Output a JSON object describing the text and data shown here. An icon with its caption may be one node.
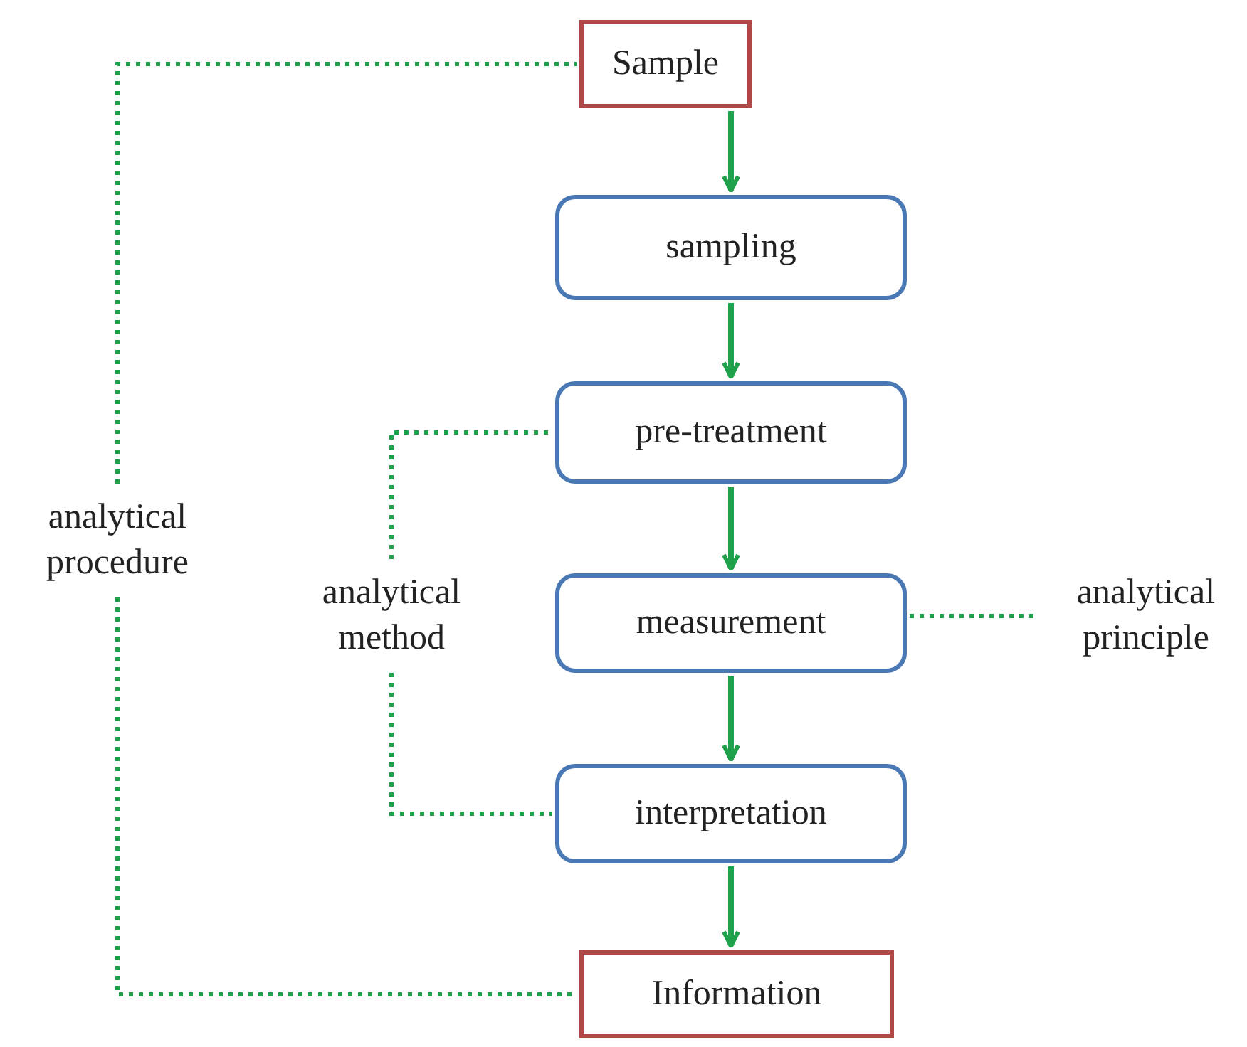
{
  "diagram": {
    "nodes": [
      {
        "text": [
          "Sample"
        ]
      },
      {
        "text": [
          "sampling"
        ]
      },
      {
        "text": [
          "pre-treatment"
        ]
      },
      {
        "text": [
          "measurement"
        ]
      },
      {
        "text": [
          "interpretation"
        ]
      },
      {
        "text": [
          "Information"
        ]
      },
      {
        "text": [
          "analytical procedure"
        ]
      },
      {
        "text": [
          "analytical method"
        ]
      },
      {
        "text": [
          "analytical principle"
        ]
      }
    ],
    "edges": [
      {
        "from": 0,
        "to": 1,
        "arrow": "to"
      },
      {
        "from": 1,
        "to": 2,
        "arrow": "to"
      },
      {
        "from": 2,
        "to": 3,
        "arrow": "to"
      },
      {
        "from": 3,
        "to": 4,
        "arrow": "to"
      },
      {
        "from": 4,
        "to": 5,
        "arrow": "to"
      },
      {
        "from": 6,
        "to": 0,
        "arrow": "none",
        "style": "dashed"
      },
      {
        "from": 6,
        "to": 5,
        "arrow": "none",
        "style": "dashed"
      },
      {
        "from": 7,
        "to": 2,
        "arrow": "none",
        "style": "dashed"
      },
      {
        "from": 7,
        "to": 4,
        "arrow": "none",
        "style": "dashed"
      },
      {
        "from": 3,
        "to": 8,
        "arrow": "none",
        "style": "dashed"
      }
    ]
  }
}
